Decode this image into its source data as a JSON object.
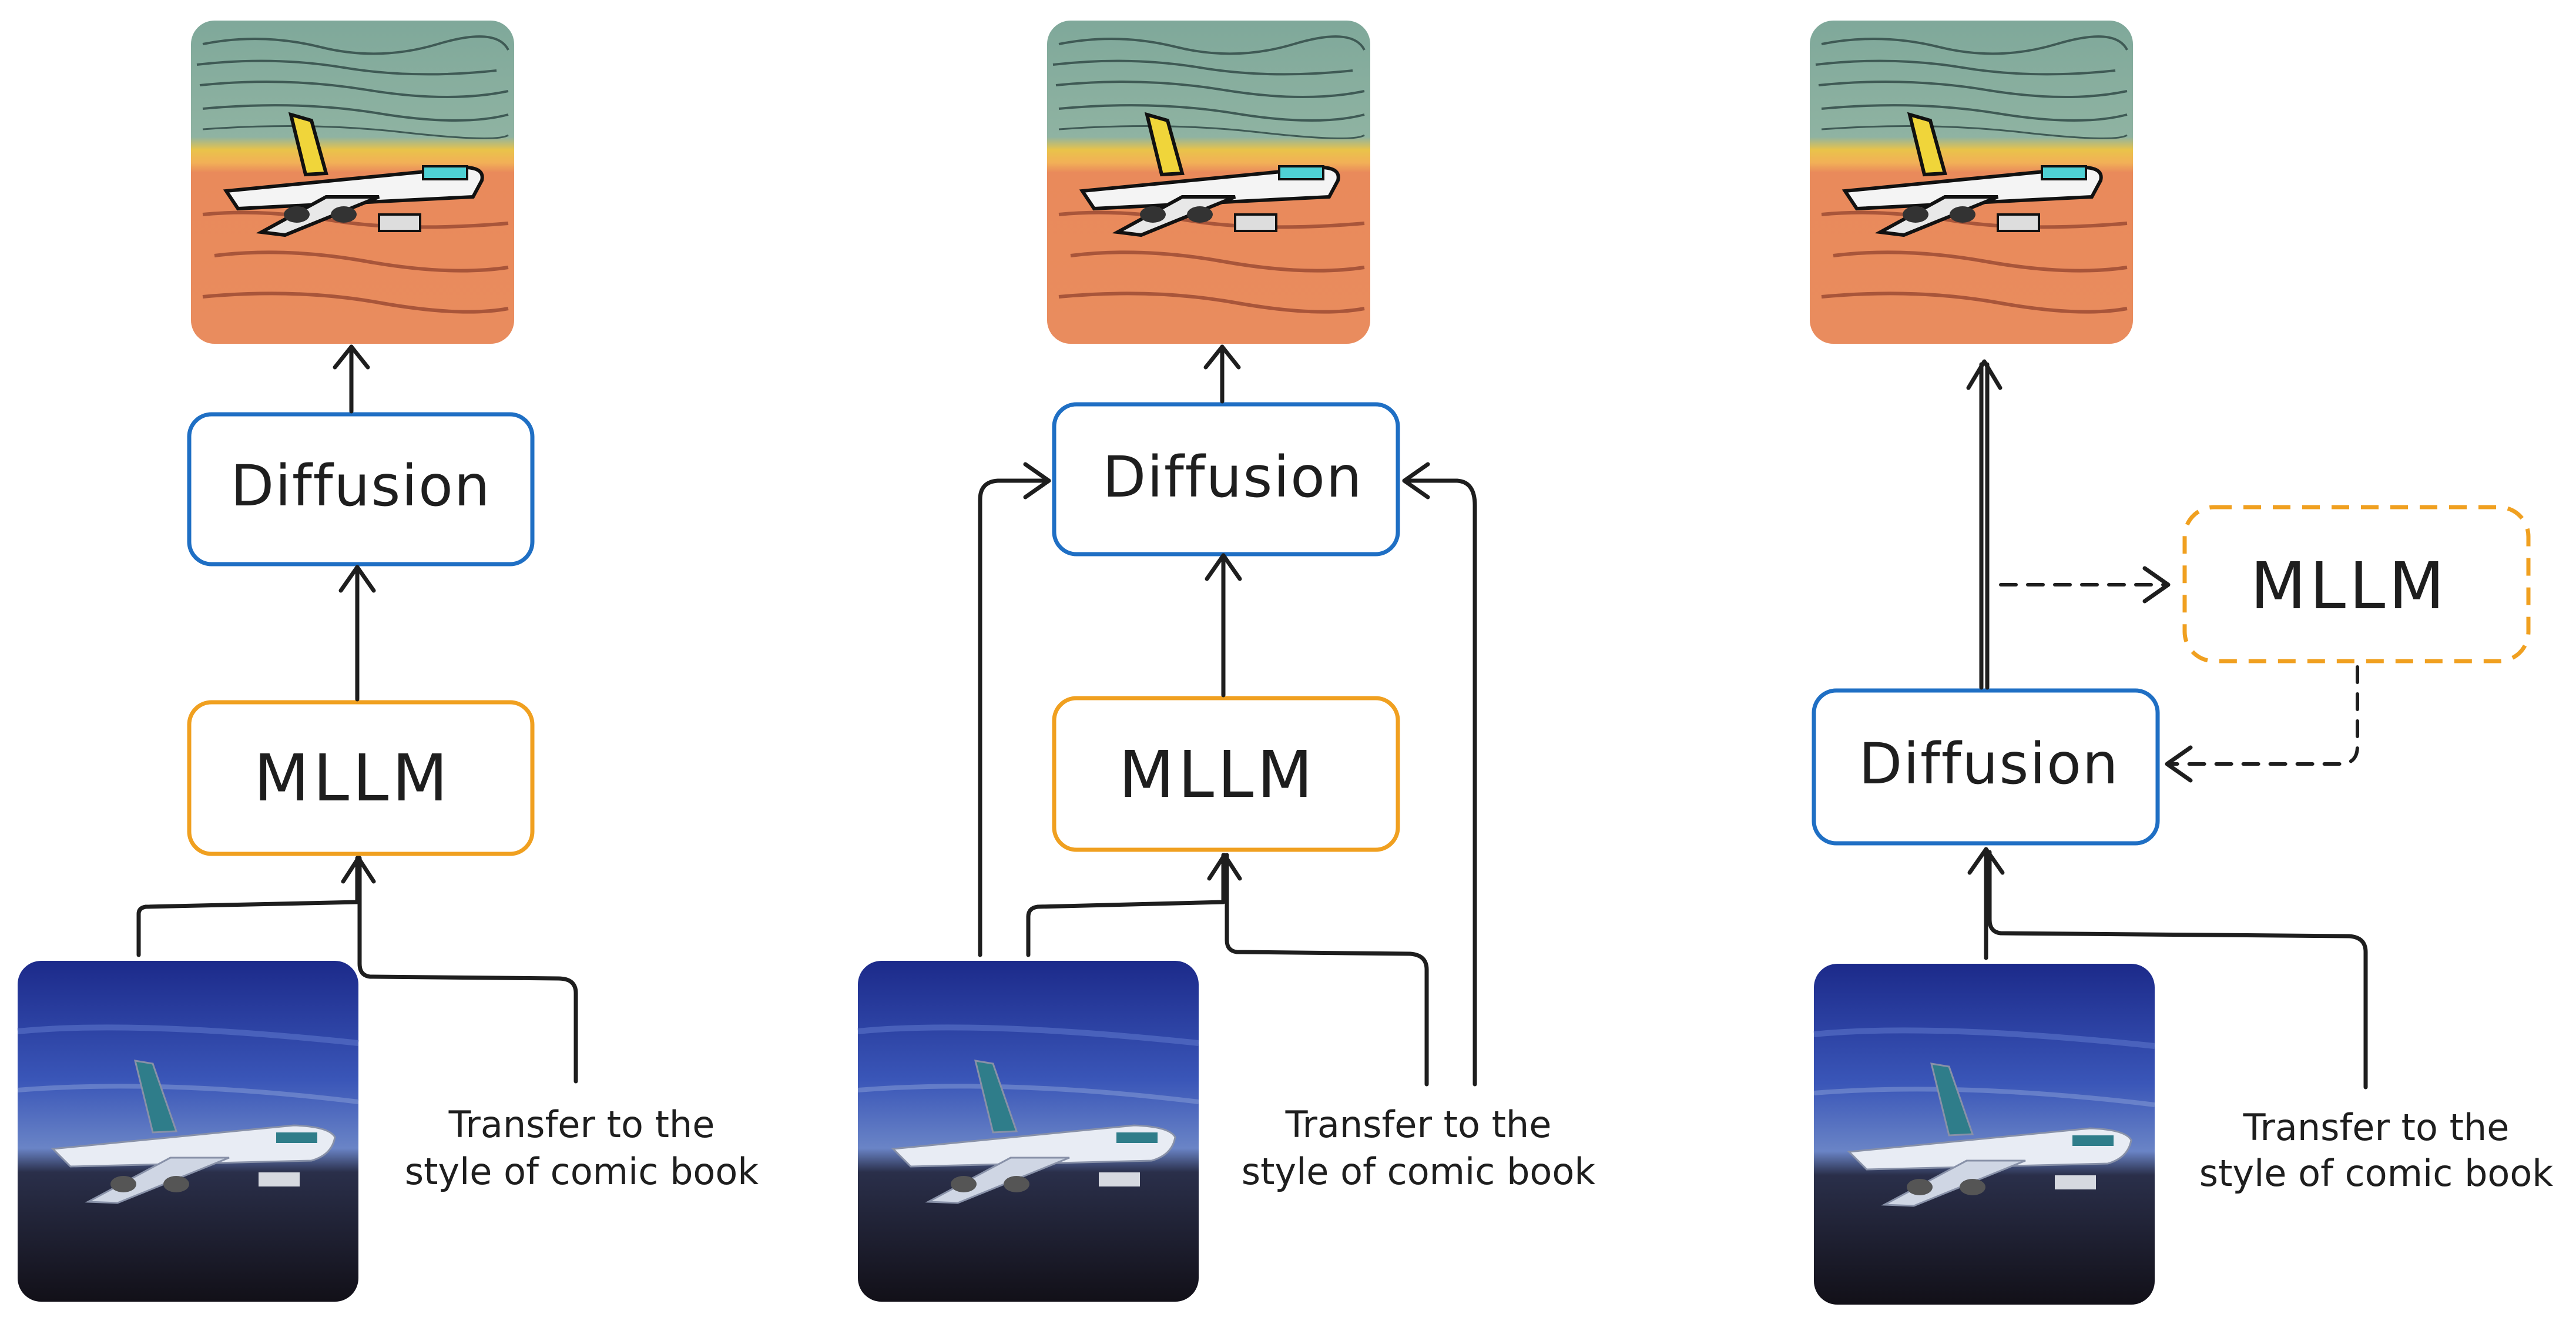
{
  "labels": {
    "diffusion": "Diffusion",
    "mllm": "MLLM",
    "prompt_line1": "Transfer to the",
    "prompt_line2": "style of comic book"
  },
  "colors": {
    "diffusion_border": "#1f6fc4",
    "mllm_border": "#f0a020",
    "stroke": "#1e1e1e"
  },
  "panels": [
    {
      "id": "panel-1",
      "variant": "mllm-then-diffusion"
    },
    {
      "id": "panel-2",
      "variant": "mllm-plus-direct-inputs"
    },
    {
      "id": "panel-3",
      "variant": "diffusion-with-mllm-feedback"
    }
  ]
}
